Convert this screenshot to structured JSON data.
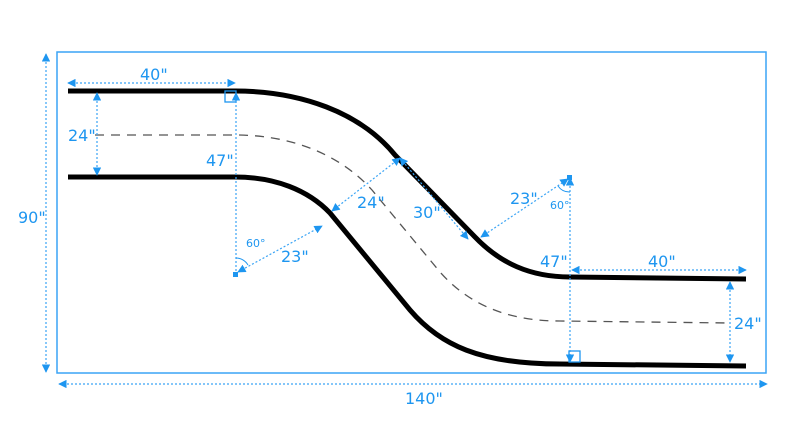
{
  "colors": {
    "dimension": "#1e96f0",
    "road": "#000000",
    "centerline": "#555555"
  },
  "labels": {
    "top_left_length": "40\"",
    "left_width": "24\"",
    "left_radius_offset": "47\"",
    "left_angle": "60°",
    "left_radius": "23\"",
    "diagonal_width": "24\"",
    "diagonal_length": "30\"",
    "right_radius": "23\"",
    "right_angle": "60°",
    "right_radius_offset": "47\"",
    "bottom_right_length": "40\"",
    "right_width": "24\"",
    "total_height": "90\"",
    "total_width": "140\""
  }
}
